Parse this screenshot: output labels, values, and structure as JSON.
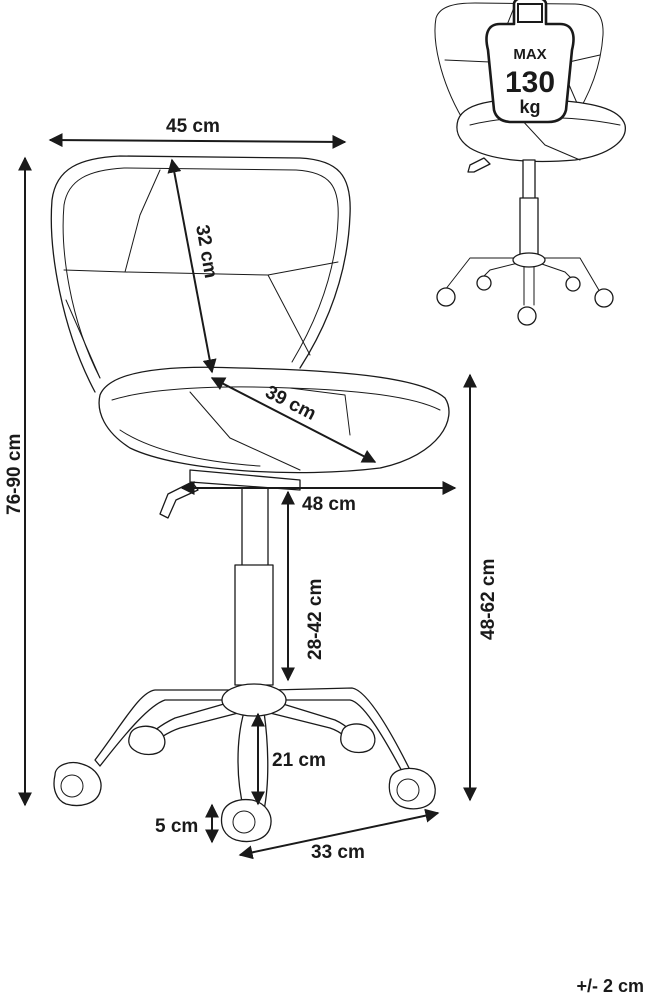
{
  "dimensions": {
    "width": "45 cm",
    "backrest_height": "32 cm",
    "seat_depth": "39 cm",
    "seat_width": "48 cm",
    "overall_height": "76-90 cm",
    "gas_lift": "28-42 cm",
    "seat_height": "48-62 cm",
    "leg_height": "21 cm",
    "wheel_height": "5 cm",
    "base_radius": "33 cm"
  },
  "load_badge": {
    "prefix": "MAX",
    "value": "130",
    "unit": "kg"
  },
  "tolerance": "+/- 2 cm"
}
